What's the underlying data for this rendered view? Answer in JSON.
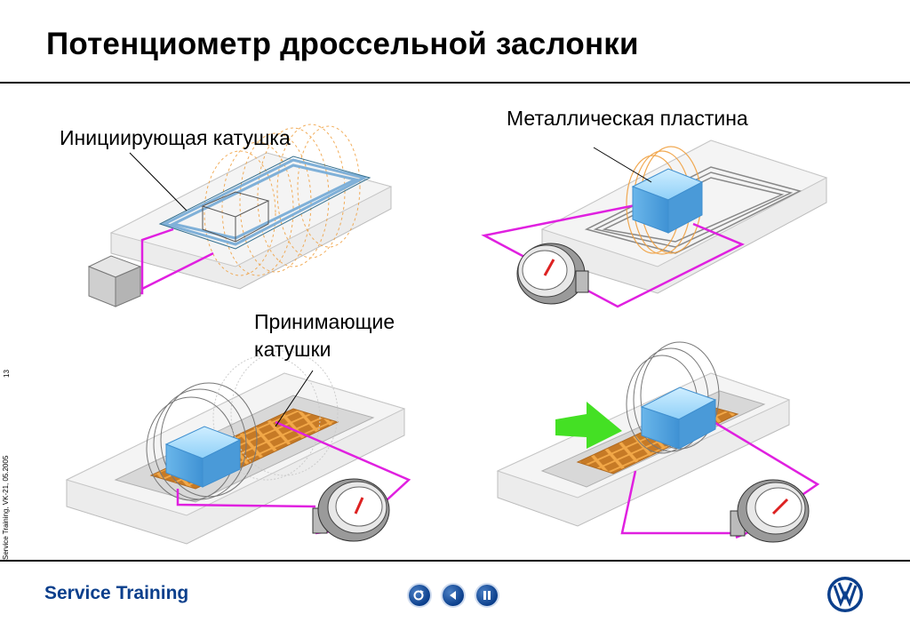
{
  "title": "Потенциометр дроссельной заслонки",
  "labels": {
    "exciter_coil": "Инициирующая катушка",
    "metal_plate": "Металлическая пластина",
    "receiver_coils_line1": "Принимающие",
    "receiver_coils_line2": "катушки"
  },
  "side_text": "Service Training, VK-21, 05.2005",
  "page_number": "13",
  "footer": {
    "brand": "Service Training"
  },
  "nav": {
    "buttons": [
      "back-icon",
      "previous-icon",
      "pause-icon"
    ]
  },
  "colors": {
    "wire": "#e020e0",
    "plate": "#5ab0e8",
    "receiver": "#f09a30",
    "arrow": "#44e024",
    "brand": "#0b3f8c"
  }
}
